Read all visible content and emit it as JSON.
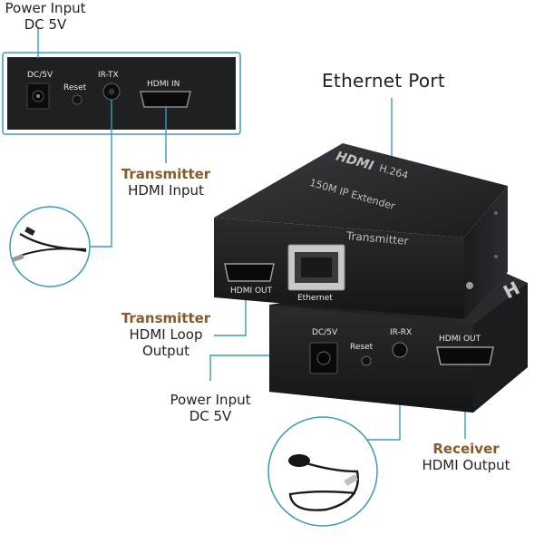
{
  "callouts": {
    "power_input_top": {
      "line1": "Power Input",
      "line2": "DC 5V"
    },
    "ethernet_port": "Ethernet Port",
    "transmitter_hdmi_input": {
      "accent": "Transmitter",
      "line2": "HDMI Input"
    },
    "transmitter_loop_output": {
      "accent": "Transmitter",
      "line2": "HDMI Loop",
      "line3": "Output"
    },
    "power_input_bottom": {
      "line1": "Power Input",
      "line2": "DC 5V"
    },
    "receiver_hdmi_output": {
      "accent": "Receiver",
      "line2": "HDMI Output"
    }
  },
  "transmitter_back_panel": {
    "dc_label": "DC/5V",
    "reset_label": "Reset",
    "irtx_label": "IR-TX",
    "hdmi_in_label": "HDMI IN"
  },
  "transmitter_box": {
    "brand": "HDMI",
    "codec": "H.264",
    "model": "150M IP Extender",
    "role": "Transmitter",
    "hdmi_out_label": "HDMI OUT",
    "ethernet_label": "Ethernet"
  },
  "receiver_box": {
    "dc_label": "DC/5V",
    "reset_label": "Reset",
    "irrx_label": "IR-RX",
    "hdmi_out_label": "HDMI OUT"
  },
  "colors": {
    "device_body": "#1e1f21",
    "callout_line": "#3a9bb8",
    "accent_text": "#8a5a2b",
    "circle_border": "#3a9bb8"
  }
}
